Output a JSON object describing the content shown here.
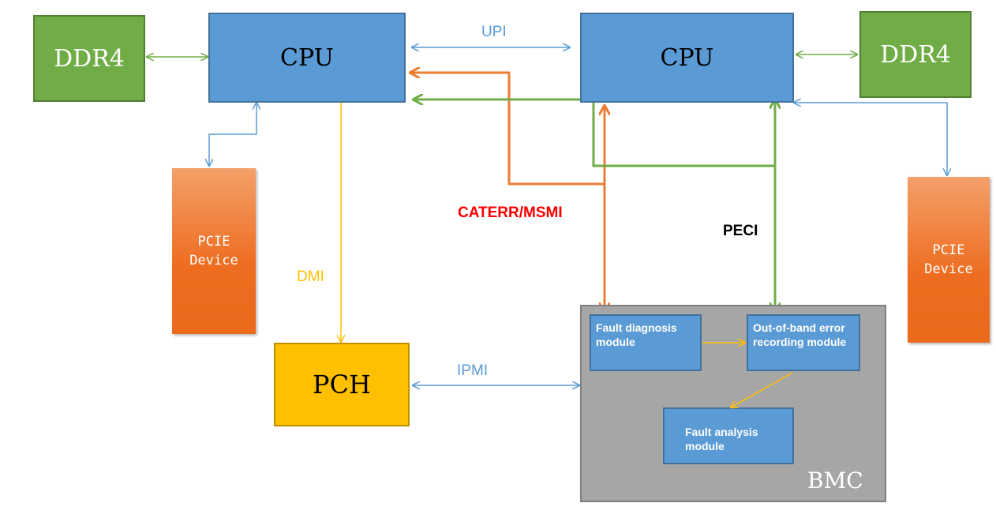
{
  "nodes": {
    "ddr4_left": "DDR4",
    "cpu_left": "CPU",
    "cpu_right": "CPU",
    "ddr4_right": "DDR4",
    "pcie_left": "PCIE\nDevice",
    "pcie_right": "PCIE\nDevice",
    "pch": "PCH",
    "bmc": "BMC",
    "fault_diagnosis": "Fault diagnosis\nmodule",
    "oob_recording": "Out-of-band error\nrecording module",
    "fault_analysis": "Fault analysis\nmodule"
  },
  "links": {
    "upi": "UPI",
    "dmi": "DMI",
    "ipmi": "IPMI",
    "caterr": "CATERR/MSMI",
    "peci": "PECI"
  },
  "colors": {
    "blue_link": "#5b9bd5",
    "green_link": "#70ad47",
    "orange_link": "#ed7d31",
    "yellow_link": "#ffc000",
    "caterr_label": "#ff0000",
    "peci_label": "#000000"
  }
}
